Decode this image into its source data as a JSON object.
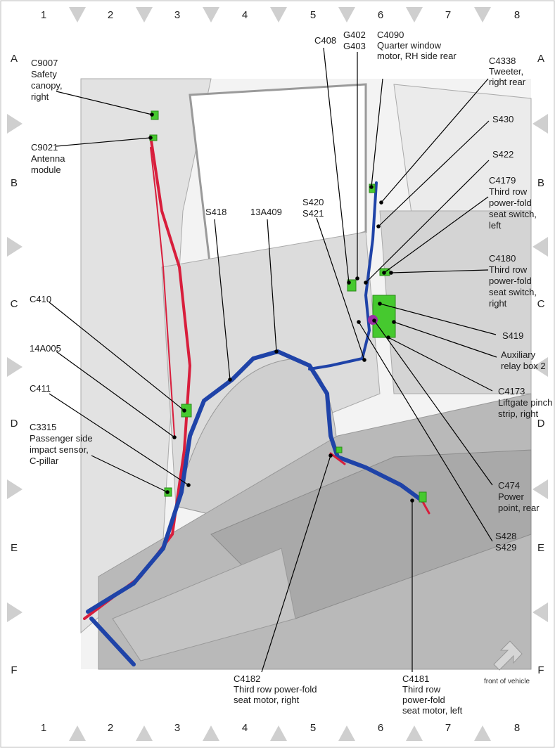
{
  "grid": {
    "columns": [
      "1",
      "2",
      "3",
      "4",
      "5",
      "6",
      "7",
      "8"
    ],
    "rows": [
      "A",
      "B",
      "C",
      "D",
      "E",
      "F"
    ]
  },
  "legend": {
    "front_of_vehicle": "front of vehicle"
  },
  "callouts": [
    {
      "id": "c9007",
      "lines": [
        "C9007",
        "Safety",
        "canopy,",
        "right"
      ]
    },
    {
      "id": "c9021",
      "lines": [
        "C9021",
        "Antenna",
        "module"
      ]
    },
    {
      "id": "c408",
      "lines": [
        "C408"
      ]
    },
    {
      "id": "g402",
      "lines": [
        "G402",
        "G403"
      ]
    },
    {
      "id": "c4090",
      "lines": [
        "C4090",
        "Quarter window",
        "motor, RH side rear"
      ]
    },
    {
      "id": "c4338",
      "lines": [
        "C4338",
        "Tweeter,",
        "right rear"
      ]
    },
    {
      "id": "s430",
      "lines": [
        "S430"
      ]
    },
    {
      "id": "s422",
      "lines": [
        "S422"
      ]
    },
    {
      "id": "c4179",
      "lines": [
        "C4179",
        "Third row",
        "power-fold",
        "seat switch,",
        "left"
      ]
    },
    {
      "id": "c4180",
      "lines": [
        "C4180",
        "Third row",
        "power-fold",
        "seat switch,",
        "right"
      ]
    },
    {
      "id": "s418",
      "lines": [
        "S418"
      ]
    },
    {
      "id": "13a409",
      "lines": [
        "13A409"
      ]
    },
    {
      "id": "s420",
      "lines": [
        "S420",
        "S421"
      ]
    },
    {
      "id": "c410",
      "lines": [
        "C410"
      ]
    },
    {
      "id": "14a005",
      "lines": [
        "14A005"
      ]
    },
    {
      "id": "c411",
      "lines": [
        "C411"
      ]
    },
    {
      "id": "c3315",
      "lines": [
        "C3315",
        "Passenger side",
        "impact sensor,",
        "C-pillar"
      ]
    },
    {
      "id": "s419",
      "lines": [
        "S419"
      ]
    },
    {
      "id": "relay2",
      "lines": [
        "Auxiliary",
        "relay box 2"
      ]
    },
    {
      "id": "c4173",
      "lines": [
        "C4173",
        "Liftgate pinch",
        "strip, right"
      ]
    },
    {
      "id": "c474",
      "lines": [
        "C474",
        "Power",
        "point, rear"
      ]
    },
    {
      "id": "s428",
      "lines": [
        "S428",
        "S429"
      ]
    },
    {
      "id": "c4182",
      "lines": [
        "C4182",
        "Third row power-fold",
        "seat motor, right"
      ]
    },
    {
      "id": "c4181",
      "lines": [
        "C4181",
        "Third row",
        "power-fold",
        "seat motor, left"
      ]
    }
  ],
  "colors": {
    "harness_blue": "#1f43a8",
    "harness_red": "#d81e3c",
    "connector_green": "#46c92f",
    "panel_gray": "#c8c8c8"
  }
}
